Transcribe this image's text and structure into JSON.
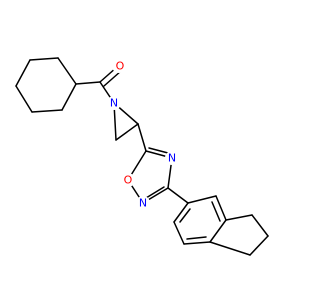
{
  "molecule": {
    "colors": {
      "bond": "#000000",
      "O": "#ff0000",
      "N": "#0000ff",
      "background": "#ffffff"
    },
    "atoms": {
      "carbonyl_O": {
        "label": "O",
        "element": "O"
      },
      "azetidine_N": {
        "label": "N",
        "element": "N"
      },
      "ring_O": {
        "label": "O",
        "element": "O"
      },
      "ring_N4": {
        "label": "N",
        "element": "N"
      },
      "ring_N2": {
        "label": "N",
        "element": "N"
      }
    }
  }
}
